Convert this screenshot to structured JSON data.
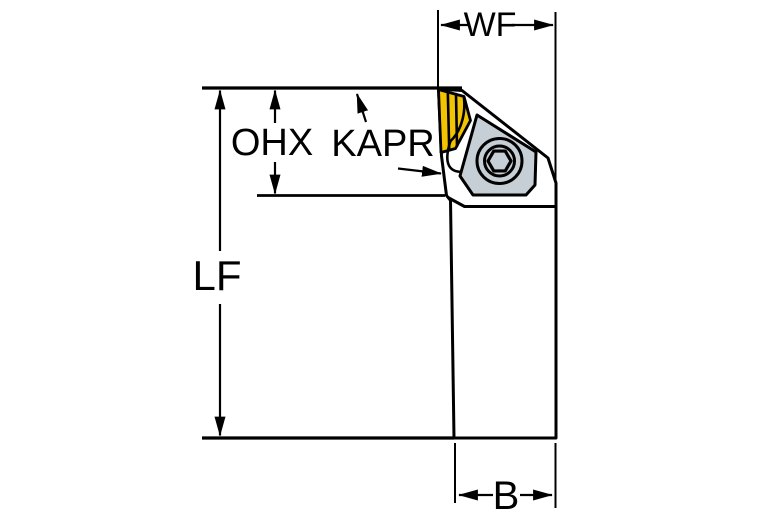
{
  "labels": {
    "wf": "WF",
    "ohx": "OHX",
    "kapr": "KAPR",
    "lf": "LF",
    "b": "B"
  },
  "colors": {
    "background": "#ffffff",
    "line": "#000000",
    "tool_body": "#c6ced6",
    "insert_yellow": "#f2c300"
  }
}
